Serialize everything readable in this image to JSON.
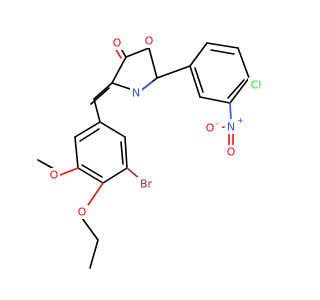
{
  "atoms": {
    "carbonyl_o": {
      "text": "O",
      "color": "#ff0d0d"
    },
    "ring_o": {
      "text": "O",
      "color": "#ff0d0d"
    },
    "ring_n": {
      "text": "N",
      "color": "#3050f8"
    },
    "chlorine": {
      "text": "Cl",
      "color": "#1ff01f"
    },
    "nitro_n": {
      "text": "N",
      "color": "#3050f8",
      "charge": "+"
    },
    "nitro_o": {
      "text": "O",
      "color": "#ff0d0d",
      "charge": "-"
    },
    "nitro_o2": {
      "text": "O",
      "color": "#ff0d0d"
    },
    "bromine": {
      "text": "Br",
      "color": "#a62929"
    },
    "methoxy_o": {
      "text": "O",
      "color": "#ff0d0d"
    },
    "ethoxy_o": {
      "text": "O",
      "color": "#ff0d0d"
    }
  }
}
